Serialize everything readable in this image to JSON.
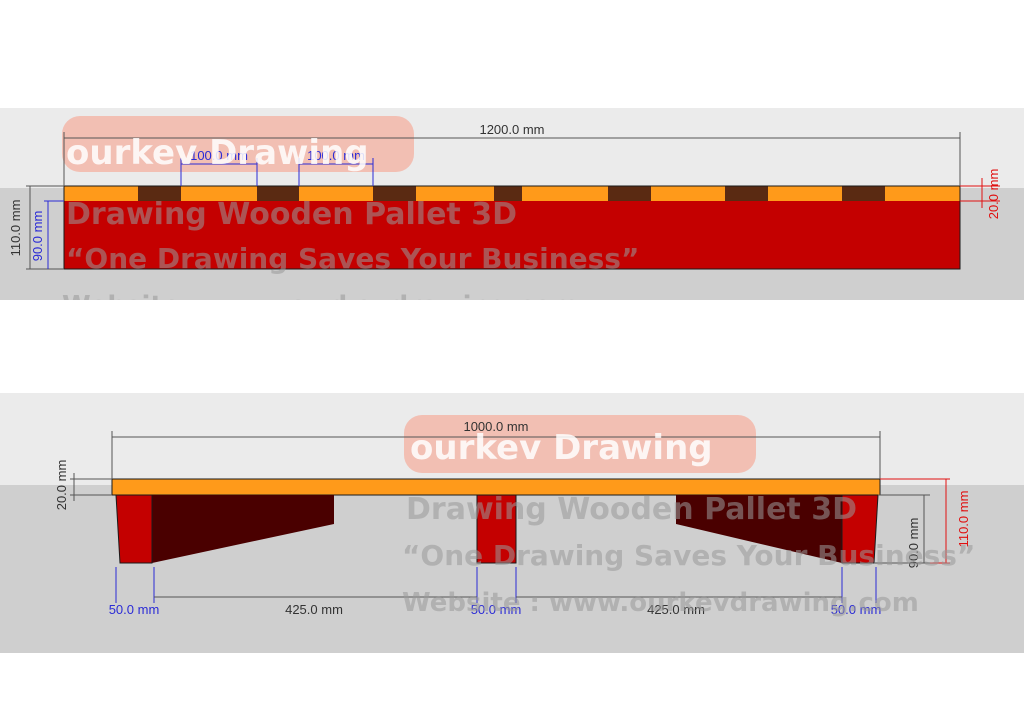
{
  "colors": {
    "background_top": "#ebebeb",
    "background_floor": "#cfcfcf",
    "deck_board": "#ff9a1a",
    "deck_gap": "#5a2a12",
    "stringer_front": "#c40000",
    "stringer_side": "#4a0000",
    "dim_black": "#333333",
    "dim_blue": "#2b2bd6",
    "dim_red": "#e01010",
    "logo_pill": "#f4b0a0"
  },
  "watermark": {
    "logo": "ourkev Drawing",
    "title": "Drawing Wooden Pallet 3D",
    "slogan": "“One Drawing Saves Your Business”",
    "website": "Website : www.ourkevdrawing.com"
  },
  "top_view": {
    "overall_length": "1200.0 mm",
    "board_spacing_1": "100.0 mm",
    "board_spacing_2": "100.0 mm",
    "deck_thickness": "20.0 mm",
    "total_height": "110.0 mm",
    "stringer_height": "90.0 mm"
  },
  "bottom_view": {
    "overall_length": "1000.0 mm",
    "deck_thickness": "20.0 mm",
    "block_height": "90.0 mm",
    "total_height": "110.0 mm",
    "block_left": "50.0 mm",
    "span_left": "425.0 mm",
    "block_center": "50.0 mm",
    "span_right": "425.0 mm",
    "block_right": "50.0 mm"
  }
}
